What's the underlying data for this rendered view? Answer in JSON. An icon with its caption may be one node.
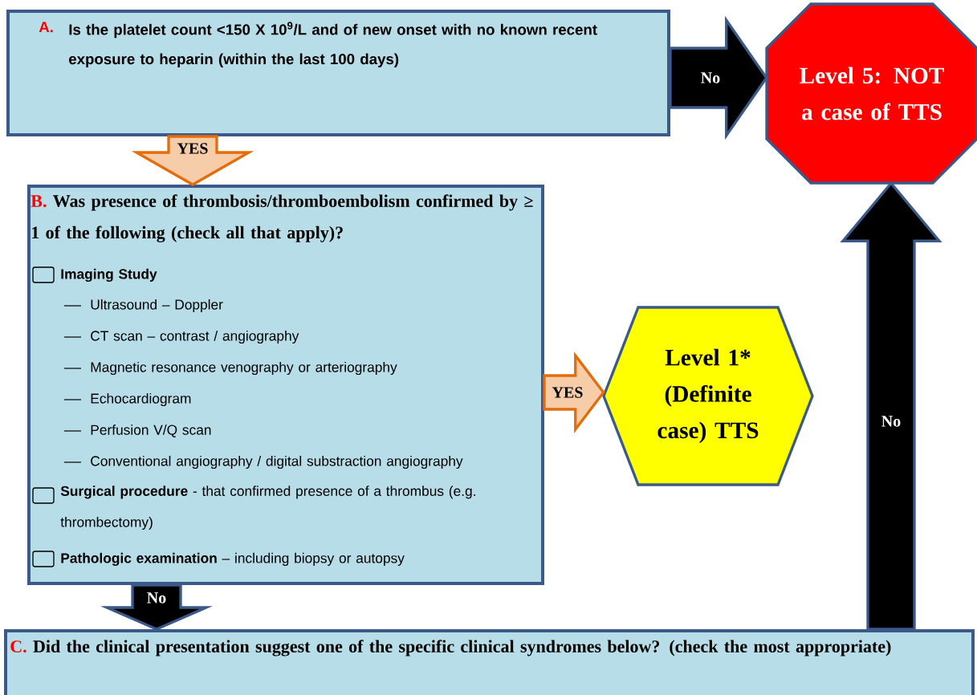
{
  "diagram": {
    "nodes": [
      {
        "text": [
          "A.",
          "Is the platelet count <150 X 10$^{9}$/L and of new onset with no known recent exposure to heparin (within the last 100 days)"
        ]
      },
      {
        "text": [
          "Level 5: NOT a case of TTS"
        ]
      },
      {
        "text": [
          "B.",
          "Was presence of thrombosis/thromboembolism confirmed by ≥ 1 of the following (check all that apply)?",
          "Imaging Study",
          "Ultrasound – Doppler",
          "CT scan – contrast / angiography",
          "Magnetic resonance venography or arteriography",
          "Echocardiogram",
          "Perfusion V/Q scan",
          "Conventional angiography / digital substraction angiography",
          "**Surgical procedure** - that confirmed presence of a thrombus (e.g. thrombectomy)",
          "**Pathologic examination** – including biopsy or autopsy"
        ]
      },
      {
        "text": [
          "Level 1* (Definite case) TTS"
        ]
      },
      {
        "text": [
          "C.",
          "Did the clinical presentation suggest one of the specific clinical syndromes below? (check the most appropriate)"
        ]
      }
    ],
    "edges": [
      {
        "from": 0,
        "to": 1,
        "arrow": "to",
        "label": "No"
      },
      {
        "from": 0,
        "to": 2,
        "arrow": "to",
        "label": "YES",
        "color": "#e46c0a"
      },
      {
        "from": 2,
        "to": 3,
        "arrow": "to",
        "label": "YES",
        "color": "#e46c0a"
      },
      {
        "from": 2,
        "to": 4,
        "arrow": "to",
        "label": "No"
      },
      {
        "from": 4,
        "to": 1,
        "arrow": "to",
        "label": "No"
      }
    ]
  }
}
